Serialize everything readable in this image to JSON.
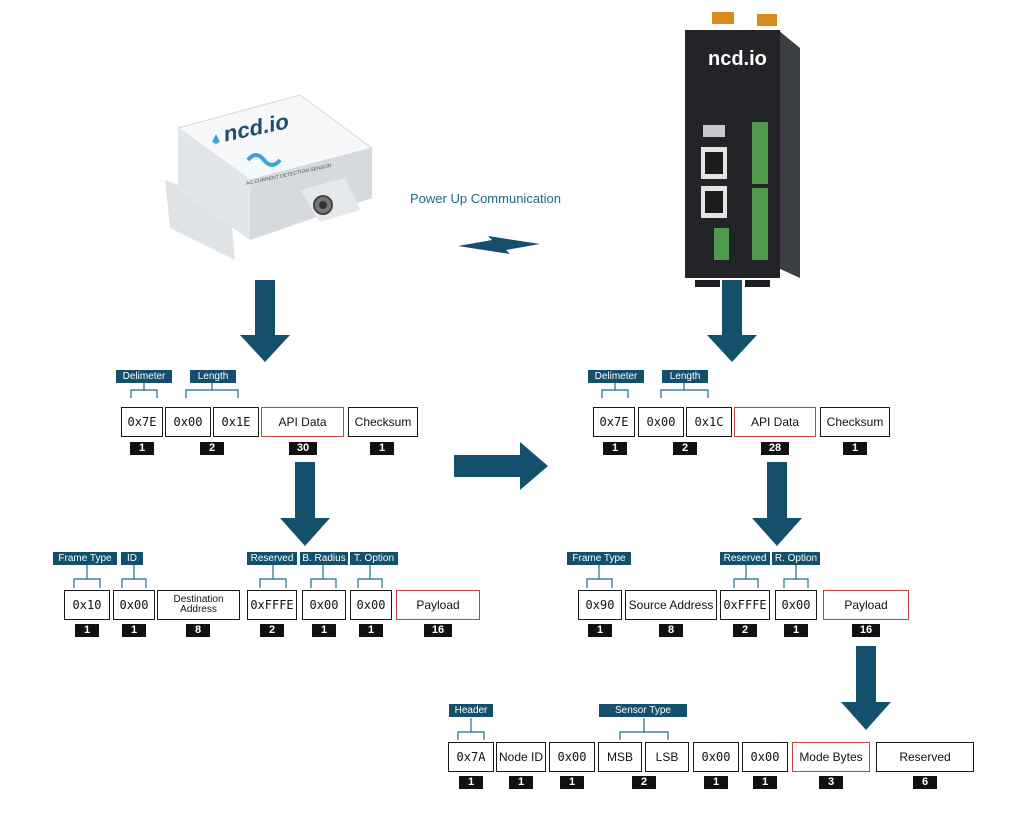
{
  "header": {
    "power_text": "Power Up Communication",
    "device_logo": "ncd.io",
    "gateway_logo": "ncd.io",
    "sensor_caption": "AC CURRENT DETECTION SENSOR"
  },
  "left_frame": {
    "labels": {
      "delimeter": "Delimeter",
      "length": "Length"
    },
    "fields": [
      "0x7E",
      "0x00",
      "0x1E",
      "API Data",
      "Checksum"
    ],
    "counts": [
      "1",
      "2",
      "30",
      "1"
    ]
  },
  "right_frame": {
    "labels": {
      "delimeter": "Delimeter",
      "length": "Length"
    },
    "fields": [
      "0x7E",
      "0x00",
      "0x1C",
      "API Data",
      "Checksum"
    ],
    "counts": [
      "1",
      "2",
      "28",
      "1"
    ]
  },
  "left_api": {
    "labels": {
      "frame_type": "Frame Type",
      "id": "ID",
      "reserved": "Reserved",
      "b_radius": "B. Radius",
      "t_option": "T. Option"
    },
    "fields": [
      "0x10",
      "0x00",
      "Destination Address",
      "0xFFFE",
      "0x00",
      "0x00",
      "Payload"
    ],
    "counts": [
      "1",
      "1",
      "8",
      "2",
      "1",
      "1",
      "16"
    ]
  },
  "right_api": {
    "labels": {
      "frame_type": "Frame Type",
      "reserved": "Reserved",
      "r_option": "R. Option"
    },
    "fields": [
      "0x90",
      "Source Address",
      "0xFFFE",
      "0x00",
      "Payload"
    ],
    "counts": [
      "1",
      "8",
      "2",
      "1",
      "16"
    ]
  },
  "payload": {
    "labels": {
      "header": "Header",
      "sensor_type": "Sensor Type"
    },
    "fields": [
      "0x7A",
      "Node ID",
      "0x00",
      "MSB",
      "LSB",
      "0x00",
      "0x00",
      "Mode Bytes",
      "Reserved"
    ],
    "counts": [
      "1",
      "1",
      "1",
      "2",
      "1",
      "1",
      "3",
      "6"
    ]
  },
  "colors": {
    "accent": "#14506c",
    "arrow": "#14506c",
    "highlight": "#c4453f"
  }
}
